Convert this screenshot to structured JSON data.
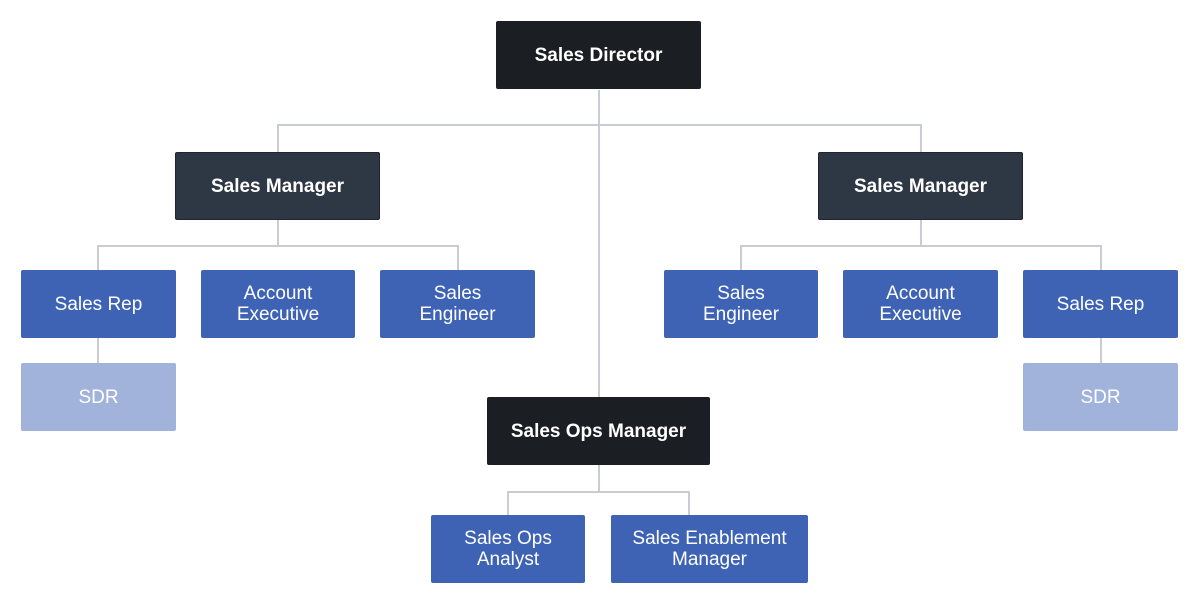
{
  "colors": {
    "director": "#1b1f24",
    "manager": "#2e3744",
    "member": "#3e63b5",
    "junior": "#a2b3db",
    "connector": "#c9ccd1",
    "text": "#ffffff"
  },
  "nodes": {
    "director": "Sales Director",
    "manager_left": "Sales Manager",
    "manager_right": "Sales Manager",
    "ops_manager": "Sales Ops Manager",
    "left_sales_rep": "Sales Rep",
    "left_account_exec": "Account\nExecutive",
    "left_sales_engineer": "Sales\nEngineer",
    "right_sales_engineer": "Sales\nEngineer",
    "right_account_exec": "Account\nExecutive",
    "right_sales_rep": "Sales Rep",
    "left_sdr": "SDR",
    "right_sdr": "SDR",
    "ops_analyst": "Sales Ops\nAnalyst",
    "enablement_manager": "Sales Enablement\nManager"
  }
}
